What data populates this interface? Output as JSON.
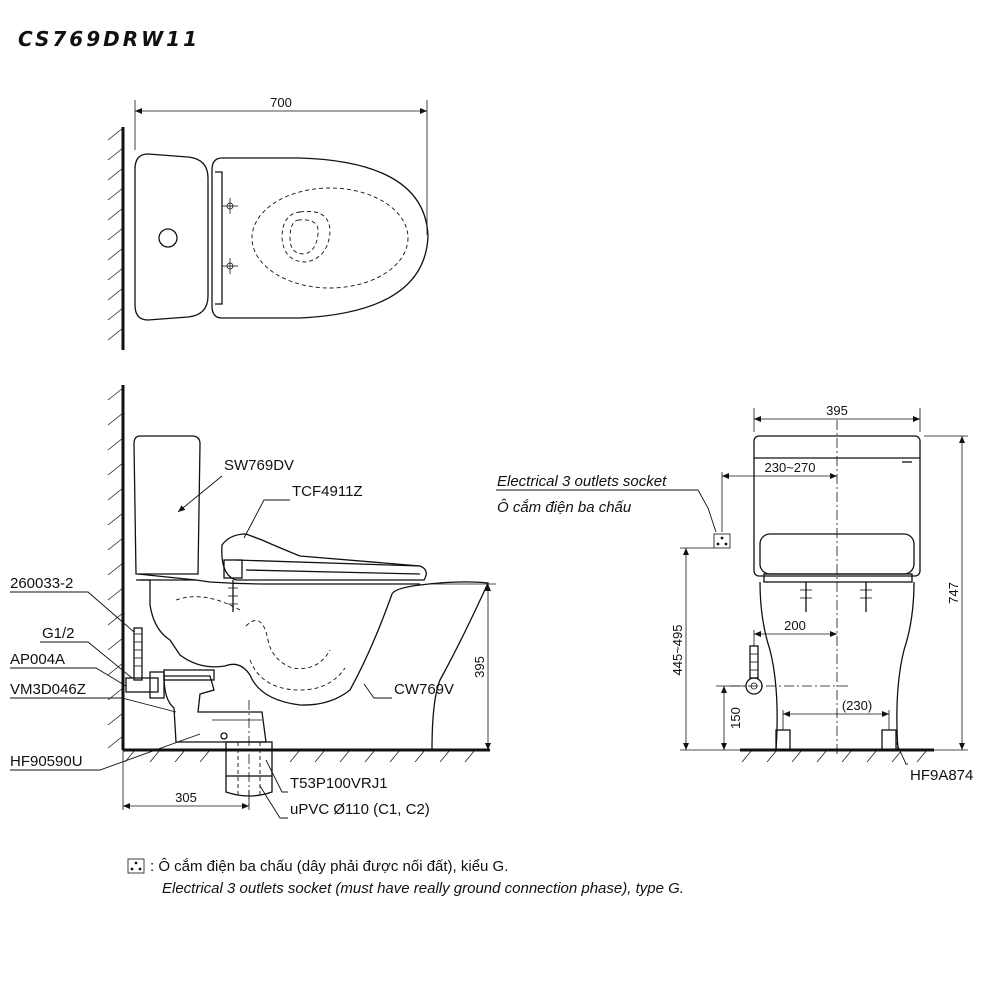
{
  "model_code": "CS769DRW11",
  "top_view": {
    "width_dim": "700"
  },
  "side_view": {
    "tank_label": "SW769DV",
    "seat_label": "TCF4911Z",
    "bowl_label": "CW769V",
    "height_dim": "395",
    "depth_dim": "305",
    "parts": {
      "hose": "260033-2",
      "thread": "G1/2",
      "valve": "AP004A",
      "stop_valve": "VM3D046Z",
      "flange": "HF90590U",
      "pipe_socket": "T53P100VRJ1",
      "pipe": "uPVC Ø110 (C1, C2)"
    }
  },
  "front_view": {
    "width_dim": "395",
    "socket_offset_dim": "230~270",
    "height_dim": "747",
    "socket_height_dim": "445~495",
    "water_inlet_offset_dim": "200",
    "water_inlet_height_dim": "150",
    "bolt_spacing_dim": "(230)",
    "bolt_label": "HF9A874",
    "socket_label_en": "Electrical 3 outlets socket",
    "socket_label_vi": "Ô cắm điện ba chấu"
  },
  "legend": {
    "symbol": "socket-symbol",
    "line_vi": ": Ô cắm điện ba chấu (dây phải được nối đất), kiểu G.",
    "line_en": "Electrical 3 outlets socket (must have really ground connection phase), type G."
  }
}
